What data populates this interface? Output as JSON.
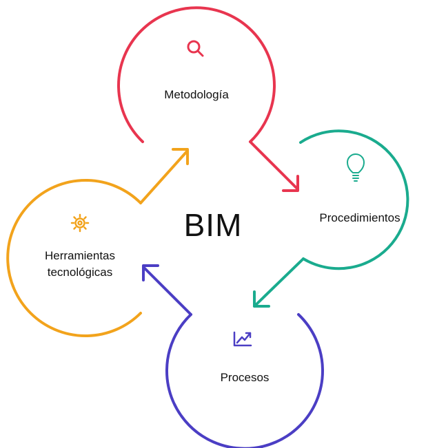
{
  "center": {
    "title": "BIM"
  },
  "nodes": [
    {
      "id": "metodologia",
      "label": "Metodología",
      "color": "#e8354f",
      "icon": "search-icon"
    },
    {
      "id": "procedimientos",
      "label": "Procedimientos",
      "color": "#1aab8e",
      "icon": "lightbulb-icon"
    },
    {
      "id": "procesos",
      "label": "Procesos",
      "color": "#4b3ec4",
      "icon": "trend-chart-icon"
    },
    {
      "id": "herramientas",
      "label_line1": "Herramientas",
      "label_line2": "tecnológicas",
      "color": "#f2a31c",
      "icon": "gear-icon"
    }
  ]
}
